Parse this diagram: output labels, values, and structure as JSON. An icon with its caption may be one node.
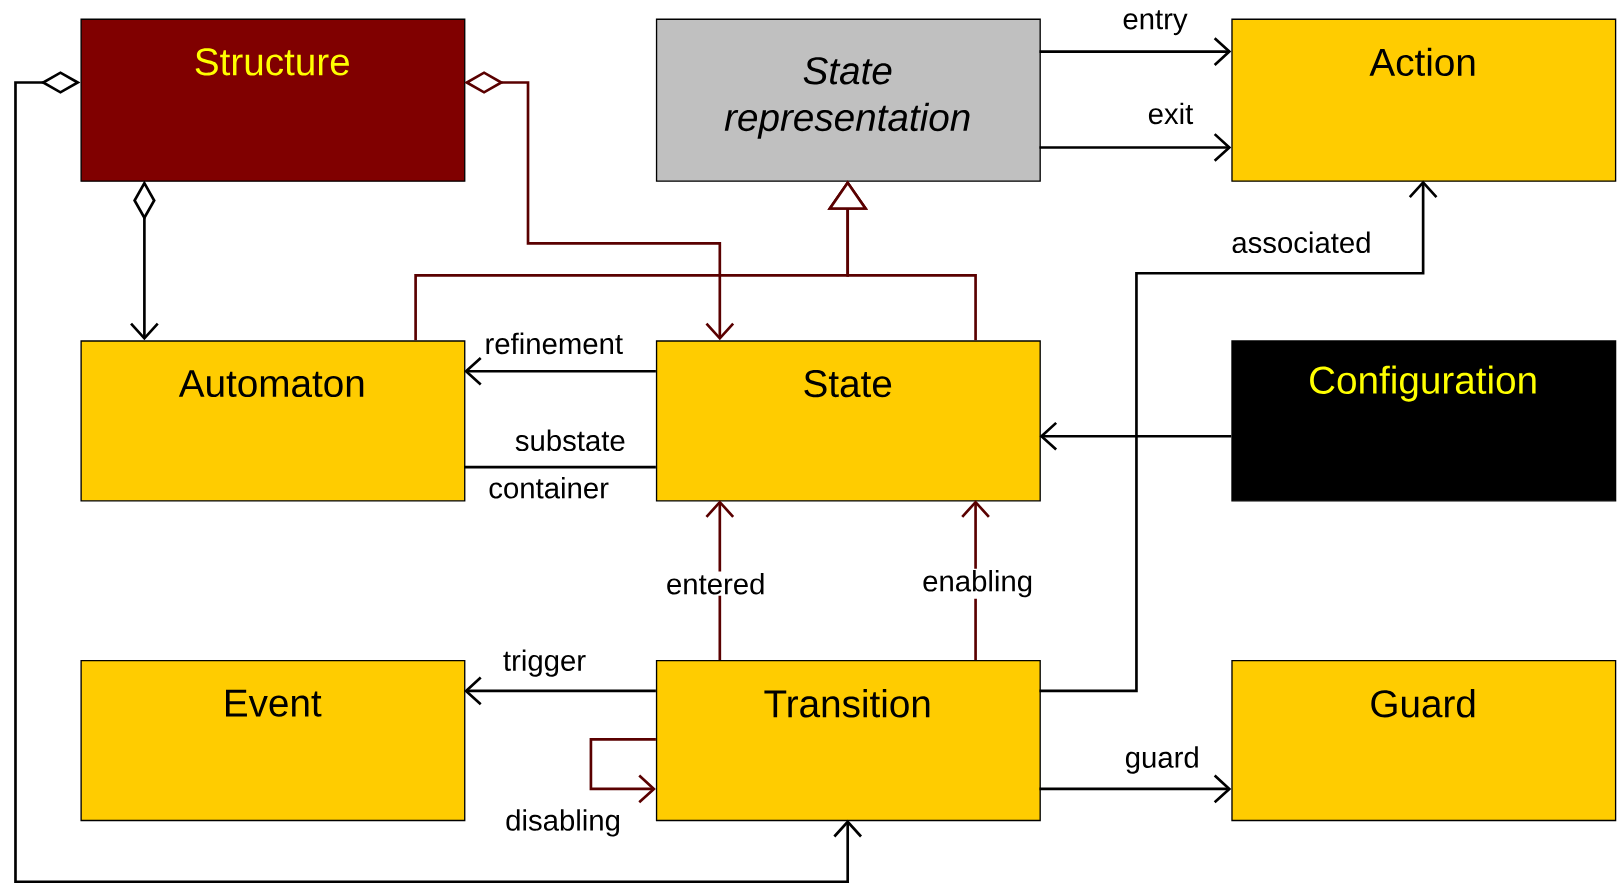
{
  "diagram": {
    "nodes": [
      {
        "text": [
          "Structure"
        ]
      },
      {
        "text": [
          "State representation"
        ]
      },
      {
        "text": [
          "Action"
        ]
      },
      {
        "text": [
          "Automaton"
        ]
      },
      {
        "text": [
          "State"
        ]
      },
      {
        "text": [
          "Configuration"
        ]
      },
      {
        "text": [
          "Event"
        ]
      },
      {
        "text": [
          "Transition"
        ]
      },
      {
        "text": [
          "Guard"
        ]
      }
    ],
    "edges": [
      {
        "from": 0,
        "to": 3,
        "arrow": "to"
      },
      {
        "from": 0,
        "to": 4,
        "arrow": "to",
        "color": "#5a0000"
      },
      {
        "from": 0,
        "to": 7,
        "arrow": "to"
      },
      {
        "from": 3,
        "to": 1,
        "arrow": "to",
        "color": "#5a0000"
      },
      {
        "from": 4,
        "to": 1,
        "arrow": "to",
        "color": "#5a0000"
      },
      {
        "from": 1,
        "to": 2,
        "arrow": "to",
        "label": "entry"
      },
      {
        "from": 1,
        "to": 2,
        "arrow": "to",
        "label": "exit"
      },
      {
        "from": 4,
        "to": 3,
        "arrow": "to",
        "label": "refinement"
      },
      {
        "from": 3,
        "to": 4,
        "arrow": "none",
        "label": "substate"
      },
      {
        "from": 5,
        "to": 4,
        "arrow": "to"
      },
      {
        "from": 7,
        "to": 4,
        "arrow": "to",
        "label": "entered",
        "color": "#5a0000"
      },
      {
        "from": 7,
        "to": 4,
        "arrow": "to",
        "label": "enabling",
        "color": "#5a0000"
      },
      {
        "from": 7,
        "to": 6,
        "arrow": "to",
        "label": "trigger"
      },
      {
        "from": 7,
        "to": 7,
        "arrow": "to",
        "label": "disabling",
        "color": "#5a0000"
      },
      {
        "from": 7,
        "to": 2,
        "arrow": "to",
        "label": "associated"
      },
      {
        "from": 7,
        "to": 8,
        "arrow": "to",
        "label": "guard"
      }
    ],
    "labels": [
      "container"
    ]
  }
}
